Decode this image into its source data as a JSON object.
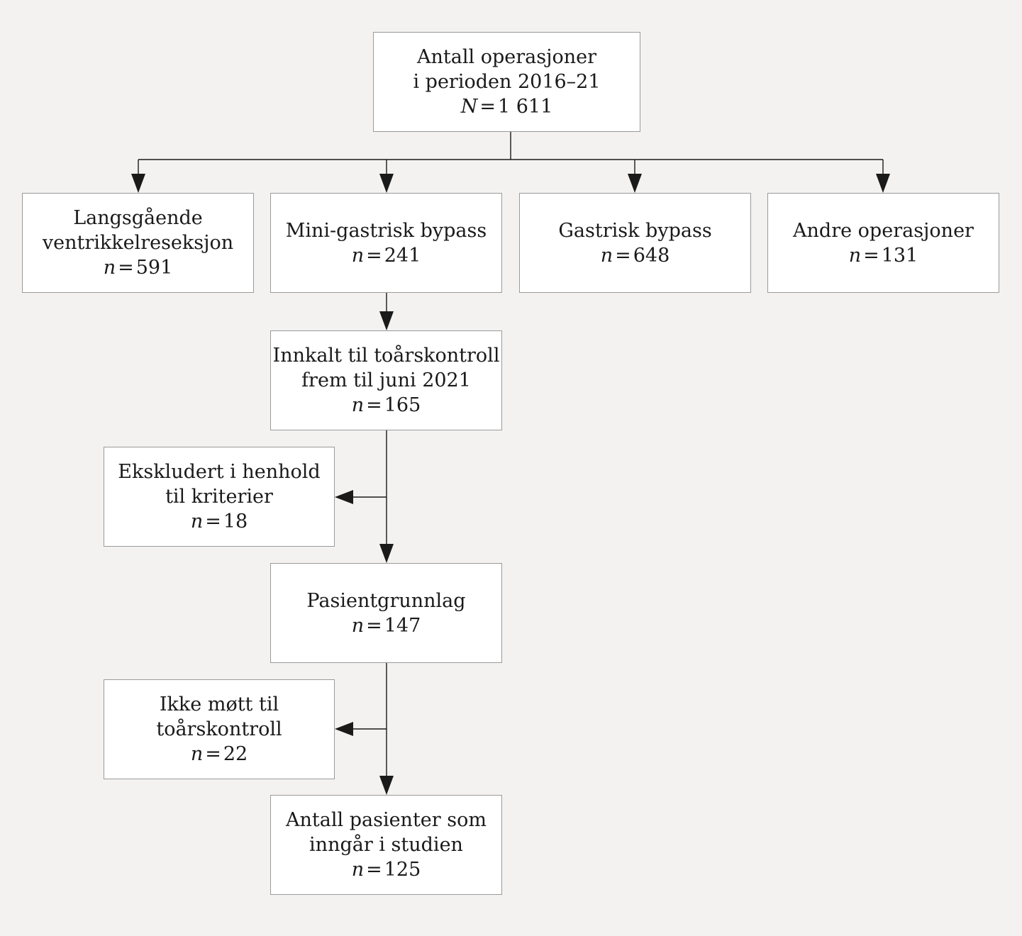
{
  "nodes": {
    "total": {
      "lines": [
        "Antall operasjoner",
        "i perioden 2016–21"
      ],
      "n_symbol": "N",
      "n_value": "1 611"
    },
    "langsgaende": {
      "lines": [
        "Langsgående",
        "ventrikkelreseksjon"
      ],
      "n_symbol": "n",
      "n_value": "591"
    },
    "mini_gastrisk": {
      "lines": [
        "Mini-gastrisk bypass"
      ],
      "n_symbol": "n",
      "n_value": "241"
    },
    "gastrisk": {
      "lines": [
        "Gastrisk bypass"
      ],
      "n_symbol": "n",
      "n_value": "648"
    },
    "andre": {
      "lines": [
        "Andre operasjoner"
      ],
      "n_symbol": "n",
      "n_value": "131"
    },
    "innkalt": {
      "lines": [
        "Innkalt til toårskontroll",
        "frem til juni 2021"
      ],
      "n_symbol": "n",
      "n_value": "165"
    },
    "ekskludert": {
      "lines": [
        "Ekskludert i henhold",
        "til kriterier"
      ],
      "n_symbol": "n",
      "n_value": "18"
    },
    "pasientgrunnlag": {
      "lines": [
        "Pasientgrunnlag"
      ],
      "n_symbol": "n",
      "n_value": "147"
    },
    "ikke_mott": {
      "lines": [
        "Ikke møtt til",
        "toårskontroll"
      ],
      "n_symbol": "n",
      "n_value": "22"
    },
    "inkludert": {
      "lines": [
        "Antall pasienter som",
        "inngår i studien"
      ],
      "n_symbol": "n",
      "n_value": "125"
    }
  },
  "edges": [
    {
      "from": "total",
      "to": "langsgaende"
    },
    {
      "from": "total",
      "to": "mini_gastrisk"
    },
    {
      "from": "total",
      "to": "gastrisk"
    },
    {
      "from": "total",
      "to": "andre"
    },
    {
      "from": "mini_gastrisk",
      "to": "innkalt"
    },
    {
      "from": "innkalt",
      "to": "ekskludert"
    },
    {
      "from": "innkalt",
      "to": "pasientgrunnlag"
    },
    {
      "from": "pasientgrunnlag",
      "to": "ikke_mott"
    },
    {
      "from": "pasientgrunnlag",
      "to": "inkludert"
    }
  ],
  "colors": {
    "background": "#f3f2f1",
    "box_fill": "#ffffff",
    "box_border": "#9a9a9a",
    "line": "#1a1a1a"
  }
}
